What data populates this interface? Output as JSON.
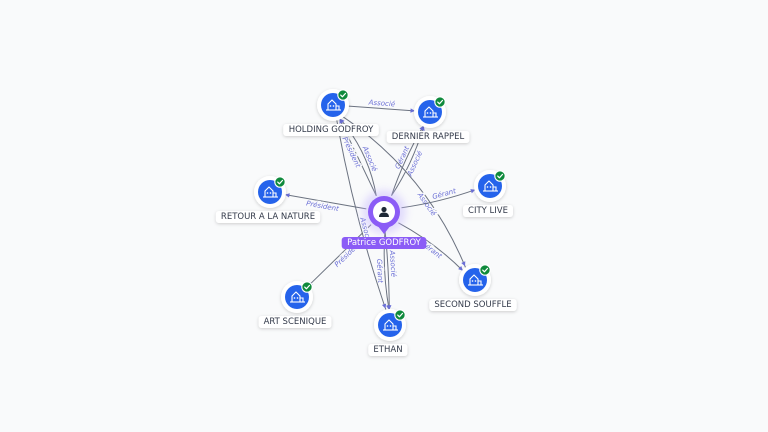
{
  "colors": {
    "edge": "#6b7280",
    "edge_label": "#6b6fd6",
    "node_blue": "#2563eb",
    "check_green": "#0f8a3c",
    "center_purple": "#8b5cf6",
    "label_text": "#333a4a"
  },
  "center": {
    "id": "person",
    "label": "Patrice GODFROY",
    "icon": "person-icon"
  },
  "companies": [
    {
      "id": "holding",
      "label": "HOLDING GODFROY",
      "icon": "company-building-icon",
      "verified": true
    },
    {
      "id": "dernier",
      "label": "DERNIER RAPPEL",
      "icon": "company-building-icon",
      "verified": true
    },
    {
      "id": "retour",
      "label": "RETOUR A LA NATURE",
      "icon": "company-building-icon",
      "verified": true
    },
    {
      "id": "citylive",
      "label": "CITY LIVE",
      "icon": "company-building-icon",
      "verified": true
    },
    {
      "id": "second",
      "label": "SECOND SOUFFLE",
      "icon": "company-building-icon",
      "verified": true
    },
    {
      "id": "art",
      "label": "ART SCENIQUE",
      "icon": "company-building-icon",
      "verified": true
    },
    {
      "id": "ethan",
      "label": "ETHAN",
      "icon": "company-building-icon",
      "verified": true
    }
  ],
  "edges": [
    {
      "from": "holding",
      "to": "dernier",
      "label": "Associé"
    },
    {
      "from": "person",
      "to": "holding",
      "label": "Président"
    },
    {
      "from": "person",
      "to": "holding",
      "label": "Associé"
    },
    {
      "from": "person",
      "to": "dernier",
      "label": "Gérant"
    },
    {
      "from": "person",
      "to": "dernier",
      "label": "Associé"
    },
    {
      "from": "holding",
      "to": "second",
      "label": "Associé"
    },
    {
      "from": "person",
      "to": "retour",
      "label": "Président"
    },
    {
      "from": "person",
      "to": "citylive",
      "label": "Gérant"
    },
    {
      "from": "person",
      "to": "second",
      "label": "Gérant"
    },
    {
      "from": "person",
      "to": "art",
      "label": "Président"
    },
    {
      "from": "person",
      "to": "ethan",
      "label": "Gérant"
    },
    {
      "from": "person",
      "to": "ethan",
      "label": "Associé"
    },
    {
      "from": "holding",
      "to": "ethan",
      "label": "Associé"
    }
  ]
}
